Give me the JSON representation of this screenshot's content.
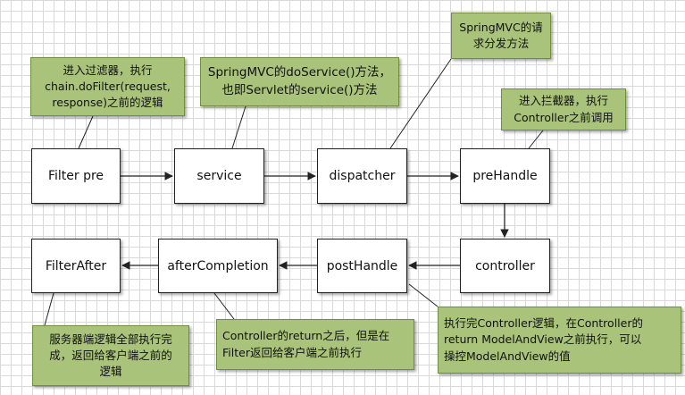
{
  "nodes": {
    "filter_pre": "Filter pre",
    "service": "service",
    "dispatcher": "dispatcher",
    "prehandle": "preHandle",
    "controller": "controller",
    "posthandle": "postHandle",
    "aftercompletion": "afterCompletion",
    "filterafter": "FilterAfter"
  },
  "notes": {
    "filter_pre": "进入过滤器，执行\nchain.doFilter(request,\nresponse)之前的逻辑",
    "service": "SpringMVC的doService()方法，\n也即Servlet的service()方法",
    "dispatcher": "SpringMVC的请\n求分发方法",
    "prehandle": "进入拦截器，执行\nController之前调用",
    "filterafter": "服务器端逻辑全部执行完\n成，返回给客户端之前的\n逻辑",
    "aftercompletion": "Controller的return之后，但是在\nFilter返回给客户端之前执行",
    "posthandle": "执行完Controller逻辑，在Controller的\nreturn ModelAndView之前执行，可以\n操控ModelAndView的值"
  },
  "colors": {
    "note_fill": "#a9c37a",
    "note_border": "#6f8f3c",
    "box_border": "#222222",
    "grid": "#d9d9d9"
  }
}
